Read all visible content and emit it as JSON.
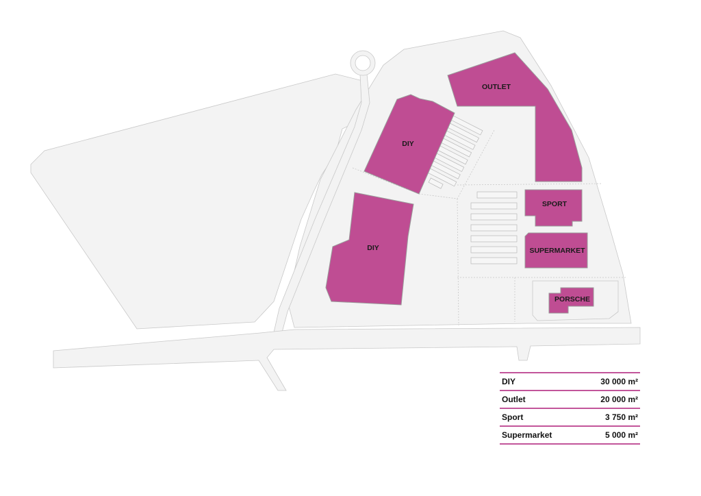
{
  "colors": {
    "building": "#bf4d93",
    "ground": "#f3f3f3",
    "legend_rule": "#c2559a"
  },
  "buildings": {
    "outlet": "OUTLET",
    "diy_north": "DIY",
    "diy_south": "DIY",
    "sport": "SPORT",
    "supermarket": "SUPERMARKET",
    "porsche": "PORSCHE"
  },
  "legend": [
    {
      "name": "DIY",
      "area": "30 000 m²"
    },
    {
      "name": "Outlet",
      "area": "20 000 m²"
    },
    {
      "name": "Sport",
      "area": "3 750 m²"
    },
    {
      "name": "Supermarket",
      "area": "5 000 m²"
    }
  ]
}
